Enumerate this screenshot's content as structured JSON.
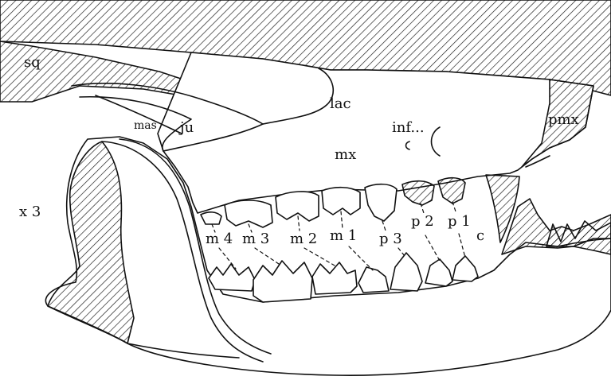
{
  "labels": {
    "sq": "sq",
    "mas": "mas",
    "ju": "ju",
    "lac": "lac",
    "inf": "inf...",
    "mx": "mx",
    "pmx": "pmx",
    "scale": "x 3",
    "m4": "m 4",
    "m3": "m 3",
    "m2": "m 2",
    "m1": "m 1",
    "p3": "p 3",
    "p2": "p 2",
    "p1": "p 1",
    "c": "c"
  },
  "colors": {
    "ink": "#111111",
    "background": "#ffffff"
  }
}
